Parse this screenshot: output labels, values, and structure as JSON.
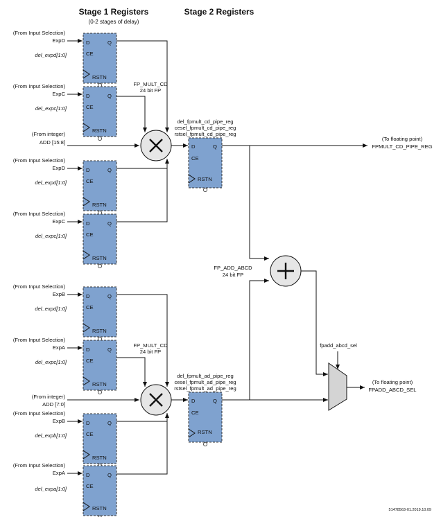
{
  "headers": {
    "stage1": "Stage 1 Registers",
    "stage1_sub": "(0-2 stages of delay)",
    "stage2": "Stage 2 Registers"
  },
  "ports": {
    "d": "D",
    "q": "Q",
    "ce": "CE",
    "rstn": "RSTN"
  },
  "inputs": {
    "from_input_selection": "(From Input Selection)",
    "from_integer": "(From integer)",
    "expD": "ExpD",
    "expC": "ExpC",
    "expB": "ExpB",
    "expA": "ExpA",
    "add_hi": "ADD [15:8]",
    "add_lo": "ADD [7:0]"
  },
  "signals": {
    "s1": "del_expd[1:0]",
    "s2": "del_expc[1:0]",
    "s3": "del_expd[1:0]",
    "s4": "del_expc[1:0]",
    "s5": "del_expd[1:0]",
    "s6": "del_expc[1:0]",
    "s7": "del_expb[1:0]",
    "s8": "del_expa[1:0]"
  },
  "mult_top": {
    "name": "FP_MULT_CD",
    "type": "24 bit FP"
  },
  "mult_bot": {
    "name": "FP_MULT_CD",
    "type": "24 bit FP"
  },
  "stage2_top": [
    "del_fpmult_cd_pipe_reg",
    "cesel_fpmult_cd_pipe_reg",
    "rstsel_fpmult_cd_pipe_reg"
  ],
  "stage2_bot": [
    "del_fpmult_ad_pipe_reg",
    "cesel_fpmult_ad_pipe_reg",
    "rstsel_fpmult_ad_pipe_reg"
  ],
  "adder": {
    "name": "FP_ADD_ABCD",
    "type": "24 bit FP"
  },
  "outputs": {
    "to_fp": "(To floating point)",
    "out1": "FPMULT_CD_PIPE_REG",
    "out2": "FPADD_ABCD_SEL"
  },
  "mux_sel": "fpadd_abcd_sel",
  "figure_id": "51478563-01.2019.10.09"
}
